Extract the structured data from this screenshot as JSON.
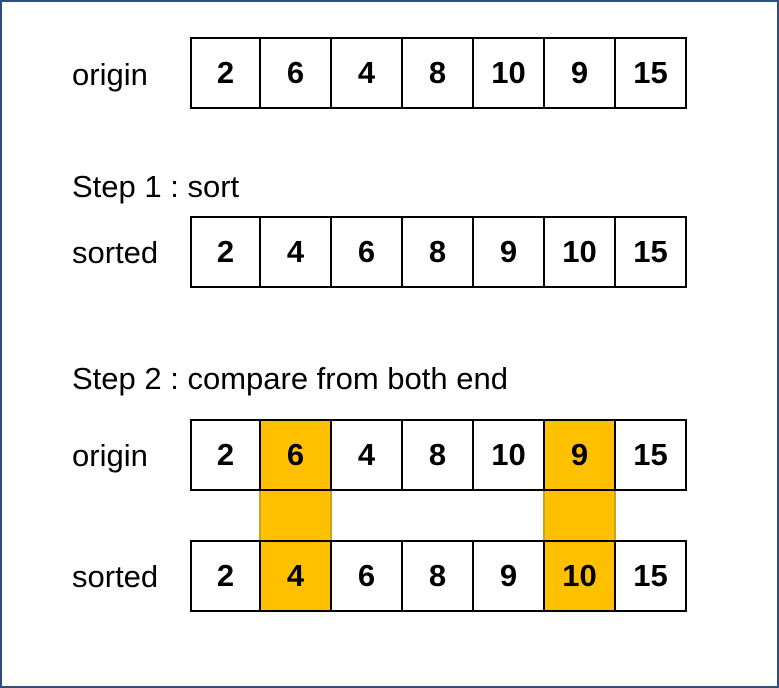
{
  "highlight_color": "#ffc000",
  "border_color": "#2f4e7b",
  "section1": {
    "label": "origin",
    "cells": [
      "2",
      "6",
      "4",
      "8",
      "10",
      "9",
      "15"
    ]
  },
  "step1": {
    "heading": "Step 1 : sort",
    "label": "sorted",
    "cells": [
      "2",
      "4",
      "6",
      "8",
      "9",
      "10",
      "15"
    ]
  },
  "step2": {
    "heading": "Step 2 : compare from both end",
    "origin_label": "origin",
    "origin_cells": [
      "2",
      "6",
      "4",
      "8",
      "10",
      "9",
      "15"
    ],
    "sorted_label": "sorted",
    "sorted_cells": [
      "2",
      "4",
      "6",
      "8",
      "9",
      "10",
      "15"
    ],
    "highlighted_indices": [
      1,
      5
    ]
  }
}
